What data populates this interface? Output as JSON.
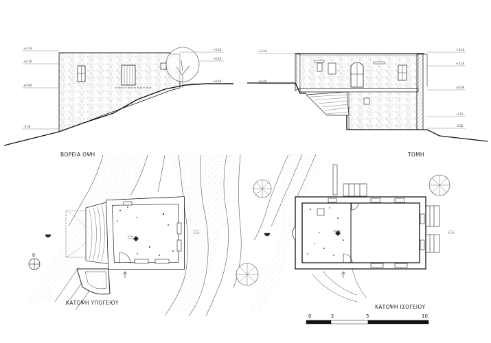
{
  "titles": {
    "north_elevation": "ΒΟΡΕΙΑ ΟΨΗ",
    "section": "ΤΟΜΗ",
    "basement_plan": "ΚΑΤΟΨΗ ΥΠΟΓΕΙΟΥ",
    "ground_plan": "ΚΑΤΟΨΗ ΙΣΟΓΕΙΟΥ"
  },
  "elevation_levels": {
    "left": [
      "+3.14",
      "+2.16",
      "±0.00",
      "-3.50"
    ],
    "right": [
      "+3.14",
      "+2.42",
      "+0.40"
    ]
  },
  "section_levels": {
    "left": [
      "+3.14",
      "+0.40"
    ],
    "right": [
      "+3.14",
      "+2.16",
      "±0.00",
      "-2.15",
      "-3.50"
    ]
  },
  "plan_levels": {
    "basement": "-3.50",
    "ground": "±0.00"
  },
  "north_arrow": {
    "label": "Β"
  },
  "scale_bar": {
    "ticks": [
      "0",
      "2",
      "5",
      "10"
    ]
  }
}
